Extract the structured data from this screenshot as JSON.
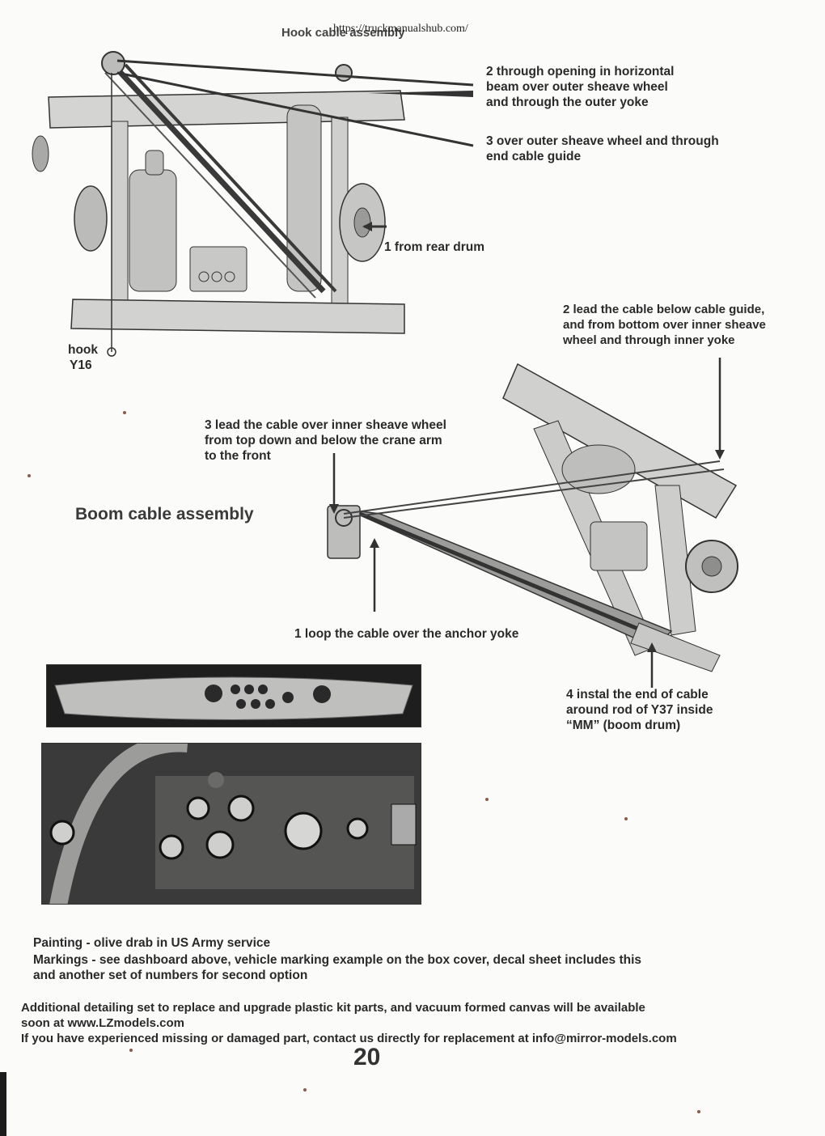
{
  "header": {
    "url": "https://truckmanualshub.com/",
    "section_title": "Hook cable assembly"
  },
  "hook_section": {
    "callouts": {
      "c2": "2 through opening in horizontal\nbeam over outer sheave wheel\nand through the outer yoke",
      "c3": "3 over outer sheave wheel and through\nend cable guide",
      "c1": "1 from rear drum",
      "hook": "hook",
      "part": "Y16"
    }
  },
  "boom_section": {
    "title": "Boom cable assembly",
    "callouts": {
      "c2": "2  lead the cable below cable guide,\nand from bottom over inner sheave\nwheel and through inner yoke",
      "c3": "3 lead the cable over inner sheave wheel\nfrom top down and below the crane arm\nto the front",
      "c1": "1 loop the cable over the anchor yoke",
      "c4": "4 instal the end of cable\naround rod of Y37 inside\n“MM” (boom drum)"
    }
  },
  "notes": {
    "painting": "Painting - olive drab in US Army service",
    "markings": "Markings - see dashboard above, vehicle marking example on the box cover, decal sheet includes this\nand another set of numbers for second option",
    "detailing": "Additional detailing set  to replace and upgrade  plastic kit parts, and vacuum formed canvas will be available\nsoon at www.LZmodels.com",
    "contact": "If you have experienced missing or damaged part, contact us directly for replacement at info@mirror-models.com"
  },
  "page_number": "20"
}
